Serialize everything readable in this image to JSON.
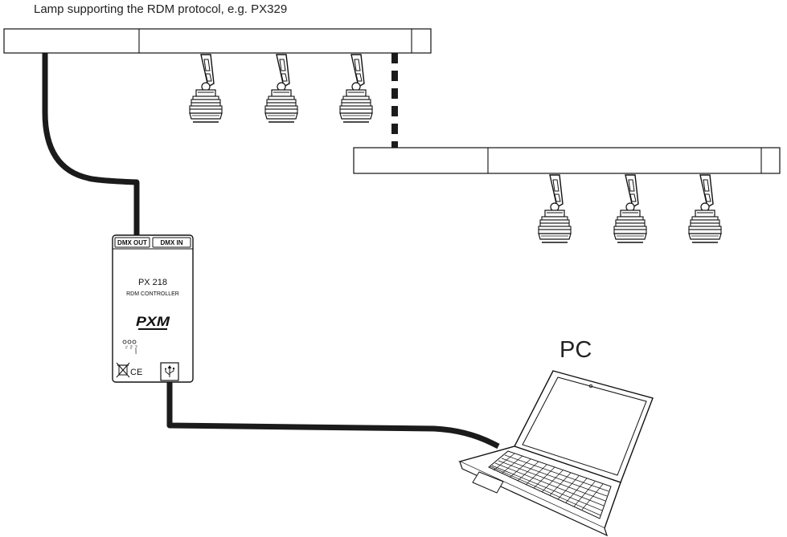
{
  "diagram": {
    "caption": "Lamp supporting the RDM protocol, e.g. PX329",
    "pc_label": "PC",
    "controller": {
      "port_out": "DMX OUT",
      "port_in": "DMX IN",
      "model": "PX 218",
      "subtitle": "RDM CONTROLLER",
      "logo": "PXM",
      "led_labels": [
        "Tx",
        "Rx",
        "Power"
      ],
      "cert_mark": "CE",
      "usb_icon": "usb-icon",
      "weee_icon": "weee-bin-icon"
    },
    "fixtures": [
      {
        "name": "upper-lamp-bar",
        "heads": 3
      },
      {
        "name": "lower-lamp-bar",
        "heads": 3
      }
    ],
    "connections": [
      {
        "from": "DMX OUT",
        "to": "upper-lamp-bar",
        "style": "solid"
      },
      {
        "from": "upper-lamp-bar",
        "to": "lower-lamp-bar",
        "style": "dashed"
      },
      {
        "from": "usb",
        "to": "PC",
        "style": "solid"
      }
    ],
    "colors": {
      "line": "#111111",
      "cable": "#1b1b1b",
      "background": "#ffffff"
    }
  }
}
